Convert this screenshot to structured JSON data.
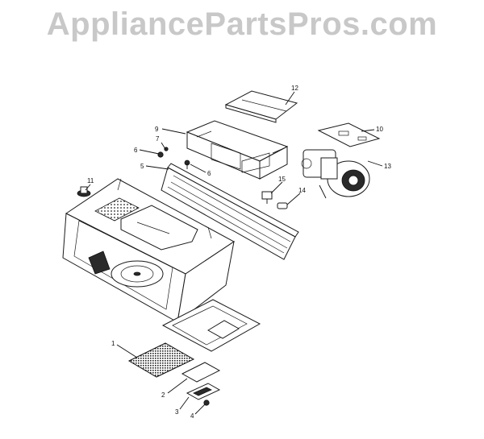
{
  "watermark": "AppliancePartsPros.com",
  "callouts": [
    {
      "id": "callout-1",
      "text": "1"
    },
    {
      "id": "callout-2",
      "text": "2"
    },
    {
      "id": "callout-3",
      "text": "3"
    },
    {
      "id": "callout-4",
      "text": "4"
    },
    {
      "id": "callout-5",
      "text": "5"
    },
    {
      "id": "callout-6a",
      "text": "6"
    },
    {
      "id": "callout-6b",
      "text": "6"
    },
    {
      "id": "callout-7",
      "text": "7"
    },
    {
      "id": "callout-9",
      "text": "9"
    },
    {
      "id": "callout-10",
      "text": "10"
    },
    {
      "id": "callout-11",
      "text": "11"
    },
    {
      "id": "callout-12",
      "text": "12"
    },
    {
      "id": "callout-13",
      "text": "13"
    },
    {
      "id": "callout-14",
      "text": "14"
    },
    {
      "id": "callout-15",
      "text": "15"
    }
  ]
}
